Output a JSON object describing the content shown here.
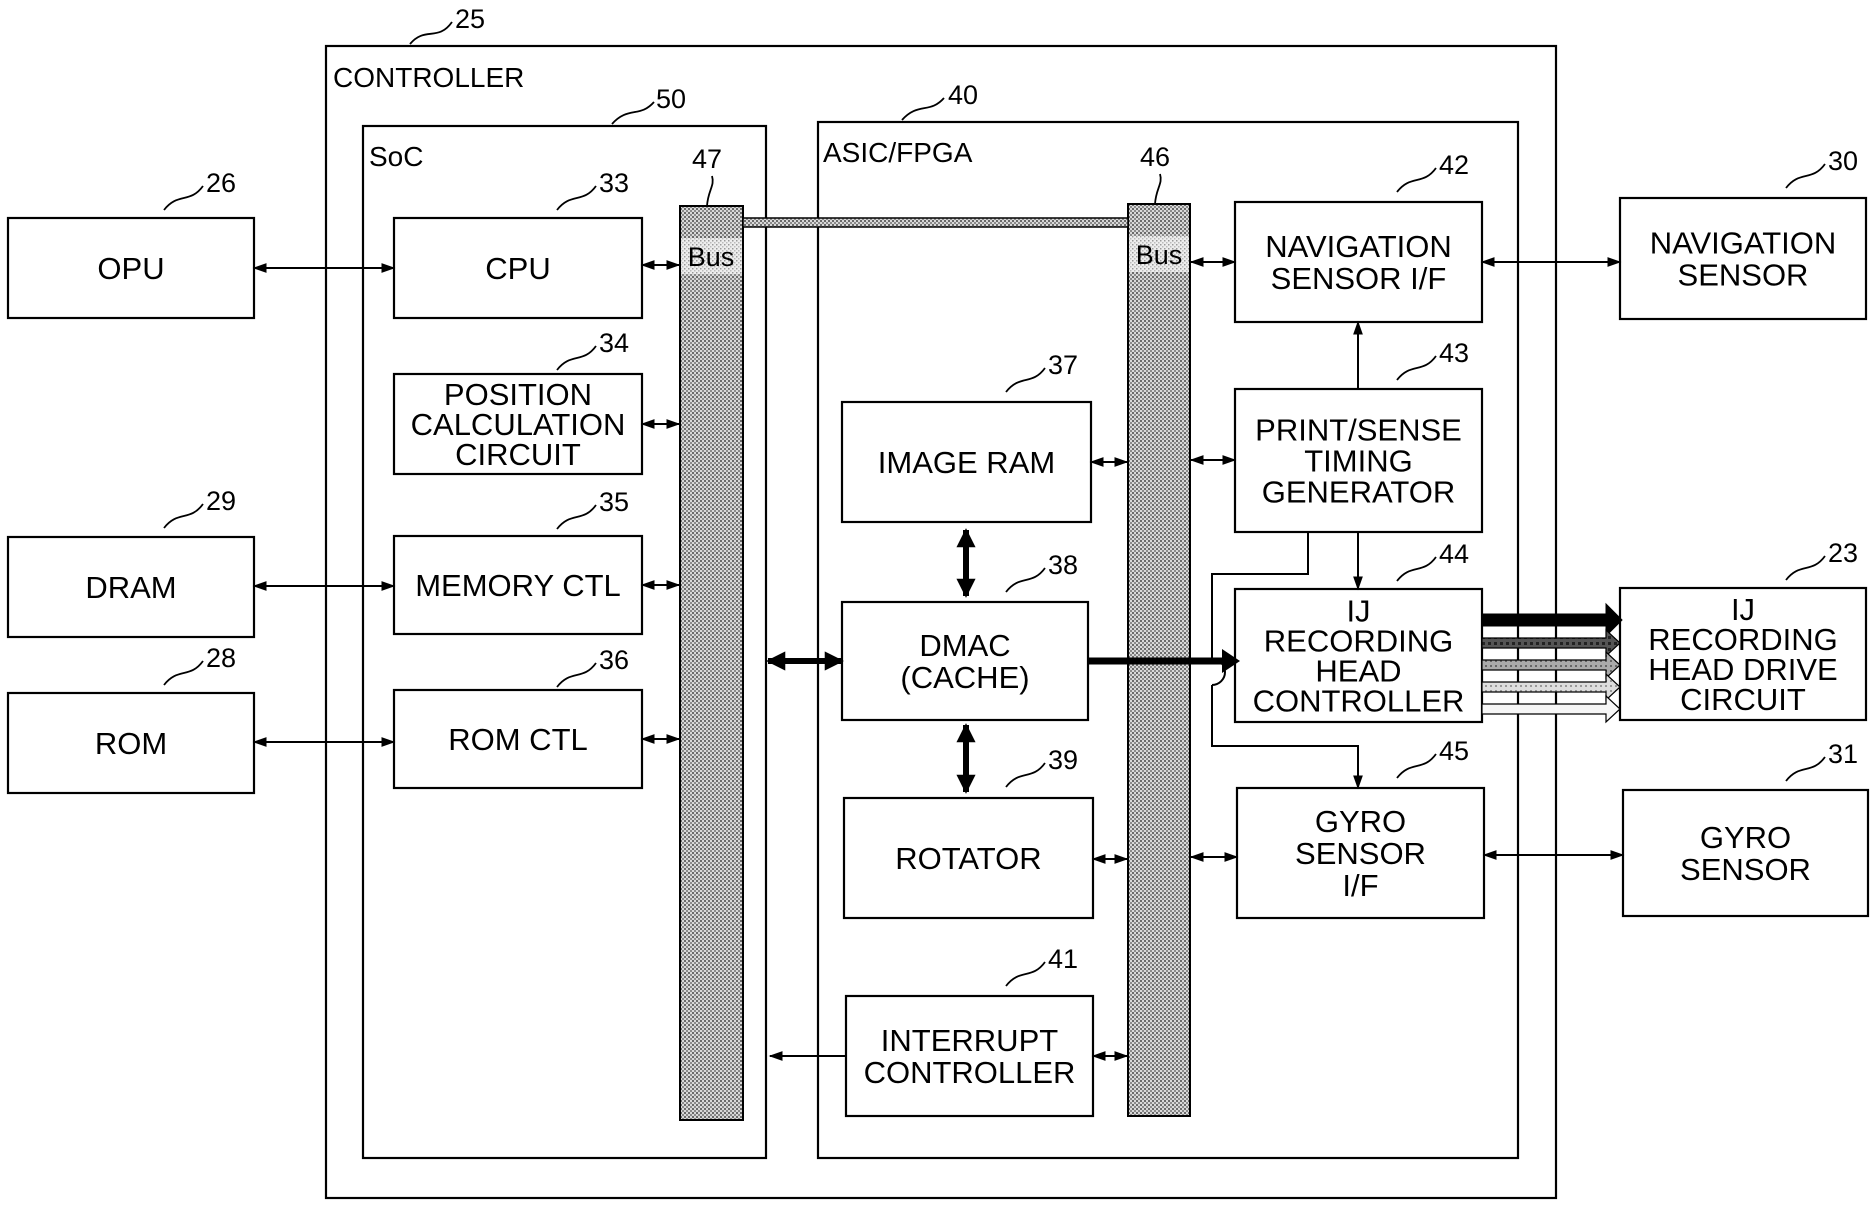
{
  "controller": {
    "title": "CONTROLLER",
    "ref": "25"
  },
  "soc": {
    "title": "SoC",
    "ref": "50",
    "bus_label": "Bus",
    "bus_ref": "47"
  },
  "asic": {
    "title": "ASIC/FPGA",
    "ref": "40",
    "bus_label": "Bus",
    "bus_ref": "46"
  },
  "blocks": {
    "opu": {
      "lines": [
        "OPU"
      ],
      "ref": "26"
    },
    "dram": {
      "lines": [
        "DRAM"
      ],
      "ref": "29"
    },
    "rom": {
      "lines": [
        "ROM"
      ],
      "ref": "28"
    },
    "cpu": {
      "lines": [
        "CPU"
      ],
      "ref": "33"
    },
    "position": {
      "lines": [
        "POSITION",
        "CALCULATION",
        "CIRCUIT"
      ],
      "ref": "34"
    },
    "memctl": {
      "lines": [
        "MEMORY CTL"
      ],
      "ref": "35"
    },
    "romctl": {
      "lines": [
        "ROM CTL"
      ],
      "ref": "36"
    },
    "imageram": {
      "lines": [
        "IMAGE RAM"
      ],
      "ref": "37"
    },
    "dmac": {
      "lines": [
        "DMAC",
        "(CACHE)"
      ],
      "ref": "38"
    },
    "rotator": {
      "lines": [
        "ROTATOR"
      ],
      "ref": "39"
    },
    "interrupt": {
      "lines": [
        "INTERRUPT",
        "CONTROLLER"
      ],
      "ref": "41"
    },
    "navif": {
      "lines": [
        "NAVIGATION",
        "SENSOR I/F"
      ],
      "ref": "42"
    },
    "timing": {
      "lines": [
        "PRINT/SENSE",
        "TIMING",
        "GENERATOR"
      ],
      "ref": "43"
    },
    "ijctl": {
      "lines": [
        "IJ",
        "RECORDING",
        "HEAD",
        "CONTROLLER"
      ],
      "ref": "44"
    },
    "gyroif": {
      "lines": [
        "GYRO",
        "SENSOR",
        "I/F"
      ],
      "ref": "45"
    },
    "navsensor": {
      "lines": [
        "NAVIGATION",
        "SENSOR"
      ],
      "ref": "30"
    },
    "ijdrive": {
      "lines": [
        "IJ",
        "RECORDING",
        "HEAD DRIVE",
        "CIRCUIT"
      ],
      "ref": "23"
    },
    "gyrosensor": {
      "lines": [
        "GYRO",
        "SENSOR"
      ],
      "ref": "31"
    }
  }
}
